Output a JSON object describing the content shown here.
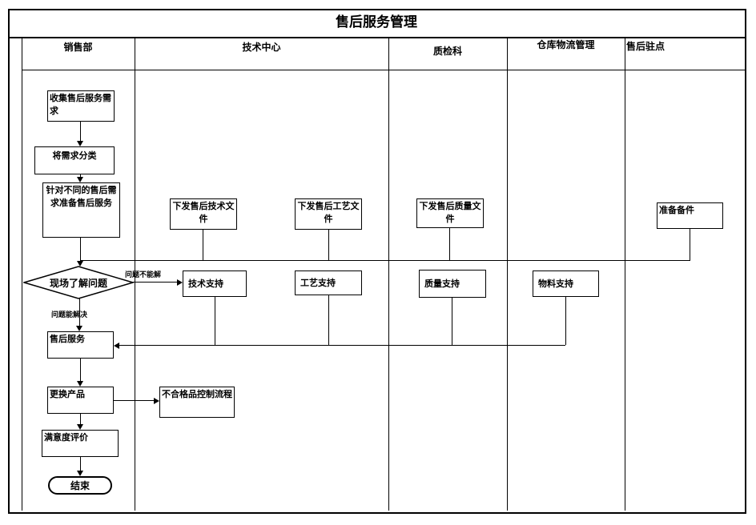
{
  "title": "售后服务管理",
  "lanes": [
    {
      "label": "销售部"
    },
    {
      "label": "技术中心"
    },
    {
      "label": "质检科"
    },
    {
      "label": "仓库物流管理"
    },
    {
      "label": "售后驻点"
    }
  ],
  "nodes": {
    "collect": "收集售后服务需求",
    "classify": "将需求分类",
    "prepare": "针对不同的售后需求准备售后服务",
    "decision": "现场了解问题",
    "tech_doc": "下发售后技术文件",
    "craft_doc": "下发售后工艺文件",
    "quality_doc": "下发售后质量文件",
    "spare": "准备备件",
    "tech_support": "技术支持",
    "craft_support": "工艺支持",
    "quality_support": "质量支持",
    "material_support": "物料支持",
    "service": "售后服务",
    "replace": "更换产品",
    "nonconform": "不合格品控制流程",
    "satisfaction": "满意度评价",
    "end": "结束"
  },
  "edge_labels": {
    "cannot_solve": "问题不能解",
    "can_solve": "问题能解决"
  }
}
